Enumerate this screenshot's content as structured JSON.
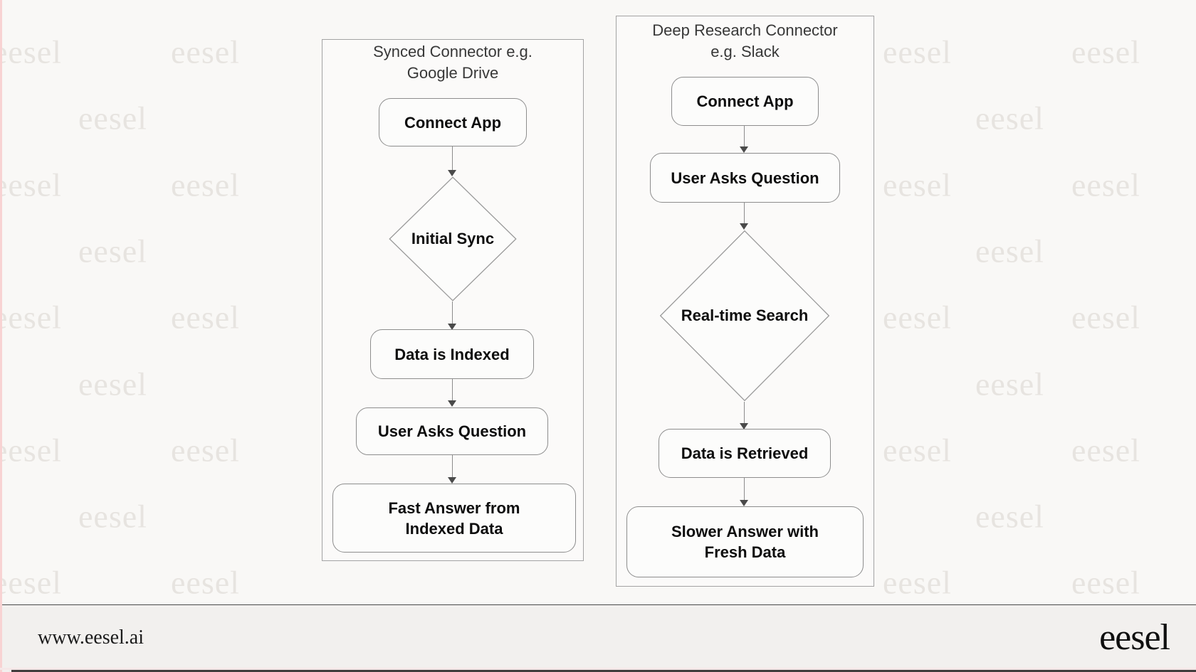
{
  "watermark": {
    "text": "eesel"
  },
  "panels": [
    {
      "title": "Synced Connector e.g.\nGoogle Drive",
      "nodes": {
        "connect_app": "Connect App",
        "initial_sync": "Initial Sync",
        "data_indexed": "Data is Indexed",
        "user_asks": "User Asks Question",
        "fast_answer": "Fast Answer from\nIndexed Data"
      }
    },
    {
      "title": "Deep Research Connector\ne.g. Slack",
      "nodes": {
        "connect_app": "Connect App",
        "user_asks": "User Asks Question",
        "realtime_search": "Real-time Search",
        "data_retrieved": "Data is Retrieved",
        "slower_answer": "Slower Answer with\nFresh Data"
      }
    }
  ],
  "footer": {
    "url": "www.eesel.ai",
    "logo": "eesel"
  },
  "colors": {
    "page_bg": "#f9f8f6",
    "panel_bg": "#fbfaf9",
    "panel_border": "#a3a3a3",
    "node_border": "#8d8d8d",
    "node_text": "#0d0d0d",
    "arrow_line": "#8c8c8c",
    "arrow_head": "#4a4a4a",
    "watermark": "#e7e4e0",
    "footer_bg": "#f2f0ee"
  }
}
